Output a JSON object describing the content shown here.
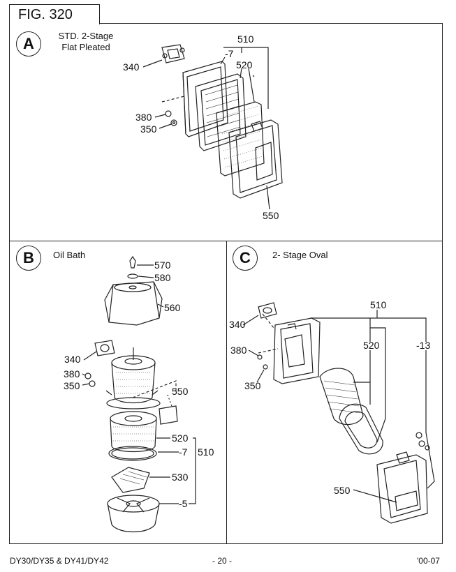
{
  "figure": {
    "title": "FIG. 320"
  },
  "panels": {
    "a": {
      "letter": "A",
      "title_line1": "STD. 2-Stage",
      "title_line2": "Flat Pleated",
      "labels": {
        "p510": "510",
        "p7": "-7",
        "p520": "520",
        "p340": "340",
        "p380": "380",
        "p350": "350",
        "p550": "550"
      }
    },
    "b": {
      "letter": "B",
      "title": "Oil Bath",
      "labels": {
        "p570": "570",
        "p580": "580",
        "p560": "560",
        "p340": "340",
        "p380": "380",
        "p350": "350",
        "p550": "550",
        "p520": "520",
        "p7": "-7",
        "p510": "510",
        "p530": "530",
        "p5": "-5"
      }
    },
    "c": {
      "letter": "C",
      "title": "2- Stage Oval",
      "labels": {
        "p510": "510",
        "p340": "340",
        "p520": "520",
        "p13": "-13",
        "p380": "380",
        "p350": "350",
        "p550": "550"
      }
    }
  },
  "footer": {
    "model": "DY30/DY35 & DY41/DY42",
    "page": "- 20 -",
    "date": "'00-07"
  }
}
